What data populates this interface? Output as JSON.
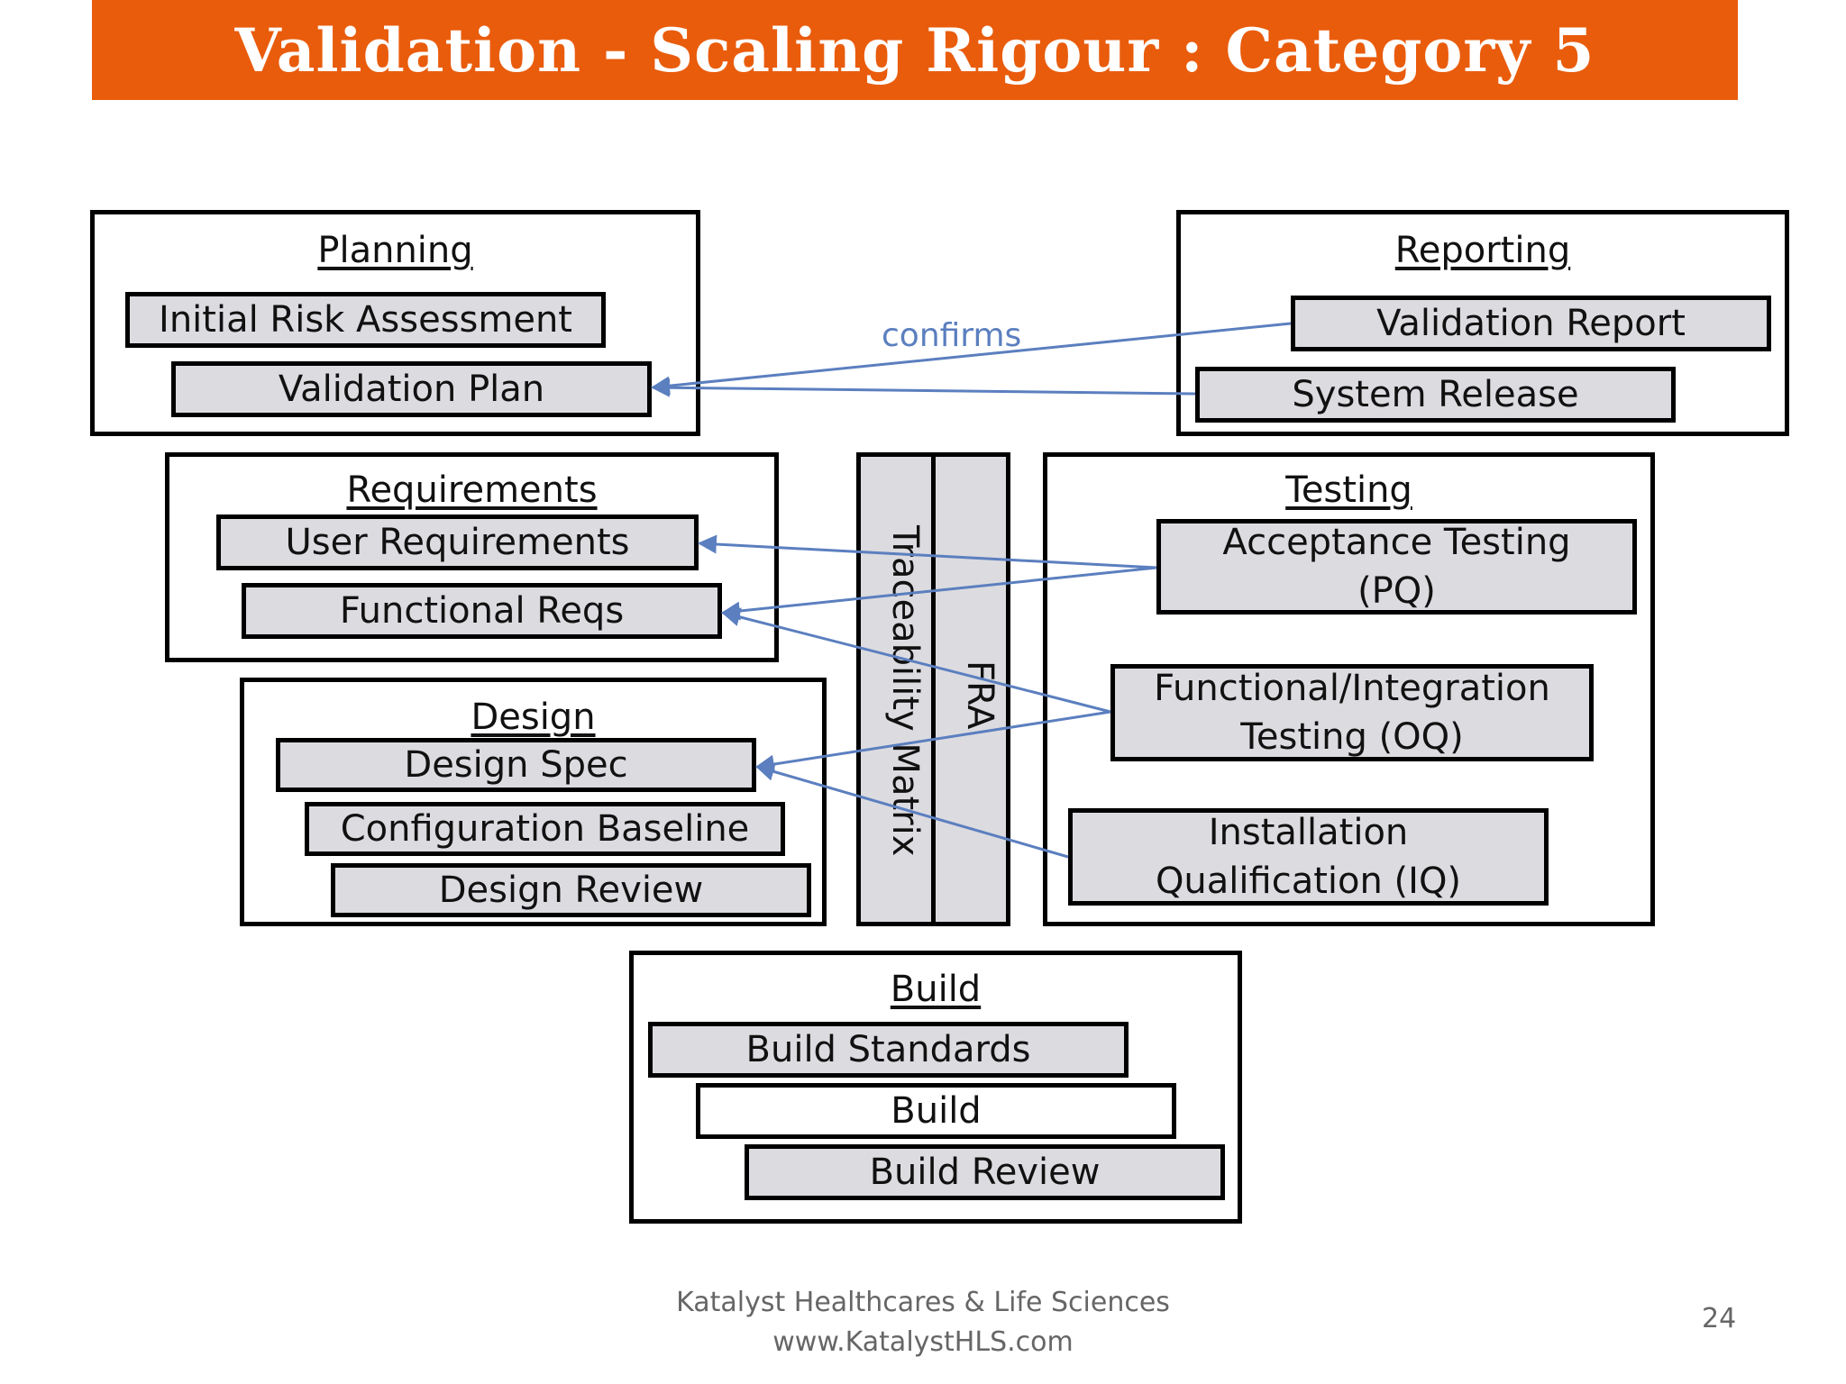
{
  "header": {
    "title": "Validation - Scaling Rigour : Category 5",
    "background_color": "#e95c0c"
  },
  "diagram": {
    "planning": {
      "title": "Planning",
      "items": [
        "Initial Risk Assessment",
        "Validation Plan"
      ]
    },
    "reporting": {
      "title": "Reporting",
      "items": [
        "Validation Report",
        "System Release"
      ]
    },
    "requirements": {
      "title": "Requirements",
      "items": [
        "User Requirements",
        "Functional Reqs"
      ]
    },
    "design": {
      "title": "Design",
      "items": [
        "Design Spec",
        "Configuration Baseline",
        "Design Review"
      ]
    },
    "testing": {
      "title": "Testing",
      "items": [
        {
          "line1": "Acceptance Testing",
          "line2": "(PQ)"
        },
        {
          "line1": "Functional/Integration",
          "line2": "Testing (OQ)"
        },
        {
          "line1": "Installation",
          "line2": "Qualification (IQ)"
        }
      ]
    },
    "build": {
      "title": "Build",
      "items": [
        "Build Standards",
        "Build",
        "Build Review"
      ]
    },
    "columns": {
      "traceability": "Traceability Matrix",
      "fra": "FRA"
    },
    "arrow_label": "confirms",
    "arrow_color": "#5b7fbf",
    "box_fill_color": "#dcdbe0"
  },
  "footer": {
    "company": "Katalyst Healthcares & Life Sciences",
    "website": "www.KatalystHLS.com",
    "page_number": "24"
  }
}
